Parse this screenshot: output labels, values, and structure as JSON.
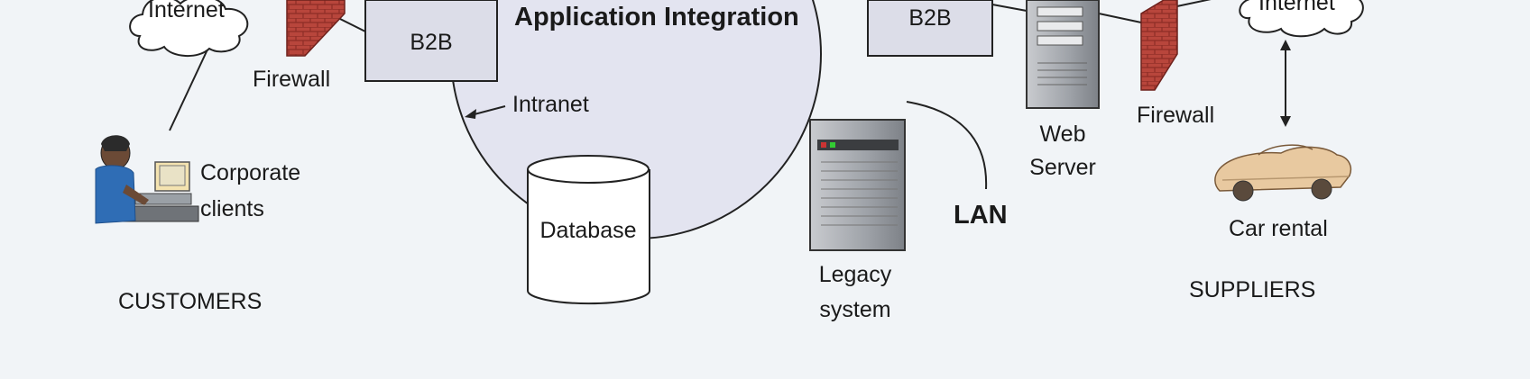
{
  "diagram": {
    "title": "Application Integration",
    "intranet_label": "Intranet",
    "lan_label": "LAN",
    "nodes": {
      "internet_left": "Internet",
      "internet_right": "Internet",
      "b2b_left": "B2B",
      "b2b_right": "B2B",
      "firewall_left": "Firewall",
      "firewall_right": "Firewall",
      "corporate_clients_line1": "Corporate",
      "corporate_clients_line2": "clients",
      "database": "Database",
      "legacy_line1": "Legacy",
      "legacy_line2": "system",
      "web_server_line1": "Web",
      "web_server_line2": "Server",
      "car_rental": "Car rental"
    },
    "sections": {
      "customers": "CUSTOMERS",
      "suppliers": "SUPPLIERS"
    }
  },
  "colors": {
    "background": "#f1f4f7",
    "intranet_fill": "#e3e4f0",
    "box_fill": "#dcdde8",
    "brick": "#b8463c",
    "car": "#e8c9a0"
  }
}
